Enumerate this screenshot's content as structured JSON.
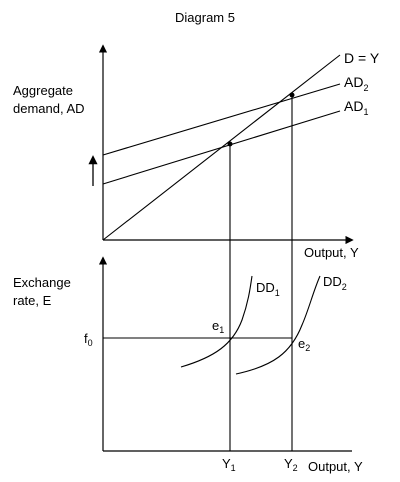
{
  "title": "Diagram 5",
  "colors": {
    "ink": "#000000",
    "background": "#ffffff"
  },
  "top_panel": {
    "y_label_line1": "Aggregate",
    "y_label_line2": "demand, AD",
    "x_label": "Output, Y",
    "curves": {
      "d_eq_y": "D = Y",
      "ad2_main": "AD",
      "ad2_sub": "2",
      "ad1_main": "AD",
      "ad1_sub": "1"
    },
    "shift_arrow": "up-arrow"
  },
  "bottom_panel": {
    "y_label_line1": "Exchange",
    "y_label_line2": "rate, E",
    "x_label": "Output, Y",
    "f0_main": "f",
    "f0_sub": "0",
    "e1_main": "e",
    "e1_sub": "1",
    "e2_main": "e",
    "e2_sub": "2",
    "dd1_main": "DD",
    "dd1_sub": "1",
    "dd2_main": "DD",
    "dd2_sub": "2",
    "y1_main": "Y",
    "y1_sub": "1",
    "y2_main": "Y",
    "y2_sub": "2"
  }
}
